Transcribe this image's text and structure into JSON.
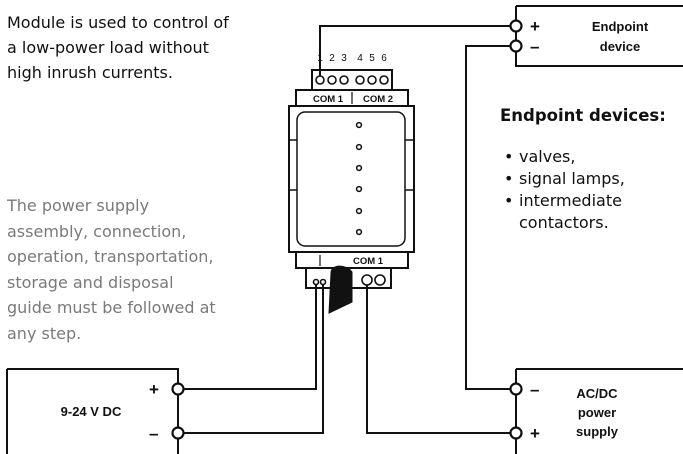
{
  "intro_lines": [
    "Module is used to control of",
    "a low-power load without",
    "high inrush currents."
  ],
  "note_lines": [
    "The power supply",
    "assembly, connection,",
    "operation, transportation,",
    "storage and disposal",
    "guide must be followed at",
    "any step."
  ],
  "endpoint_devices": {
    "heading": "Endpoint devices:",
    "items": [
      "valves,",
      "signal lamps,",
      "intermediate contactors."
    ]
  },
  "module": {
    "pin_numbers": [
      "1",
      "2",
      "3",
      "4",
      "5",
      "6"
    ],
    "top_labels": [
      "COM 1",
      "COM 2"
    ],
    "bottom_label": "COM 1"
  },
  "endpoint_box": {
    "title_line1": "Endpoint",
    "title_line2": "device",
    "plus": "+",
    "minus": "–"
  },
  "dc_box": {
    "label": "9-24 V DC",
    "plus": "+",
    "minus": "–"
  },
  "psu_box": {
    "line1": "AC/DC",
    "line2": "power",
    "line3": "supply",
    "minus": "–",
    "plus": "+"
  },
  "colors": {
    "text": "#111111",
    "note": "#7a7a7a",
    "line": "#111111"
  }
}
